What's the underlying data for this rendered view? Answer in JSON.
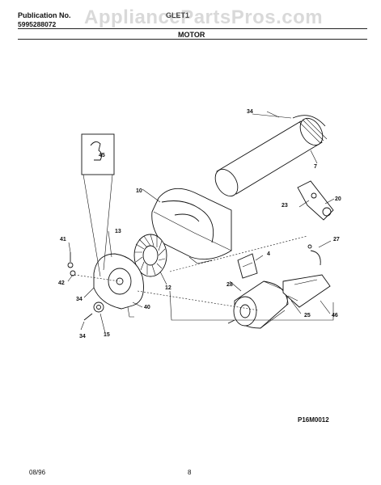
{
  "header": {
    "publication_label": "Publication No.",
    "publication_number": "5995288072",
    "model": "GLET1",
    "section_title": "MOTOR",
    "watermark": "AppliancePartsPros.com"
  },
  "diagram": {
    "figure_code": "P16M0012",
    "callouts": {
      "c7": "7",
      "c34top": "34",
      "c10": "10",
      "c23": "23",
      "c20": "20",
      "c27": "27",
      "c45": "45",
      "c13": "13",
      "c41": "41",
      "c42": "42",
      "c34a": "34",
      "c40": "40",
      "c12": "12",
      "c4": "4",
      "c28": "28",
      "c25": "25",
      "c46": "46",
      "c34b": "34",
      "c15": "15"
    }
  },
  "footer": {
    "date": "08/96",
    "page": "8"
  }
}
